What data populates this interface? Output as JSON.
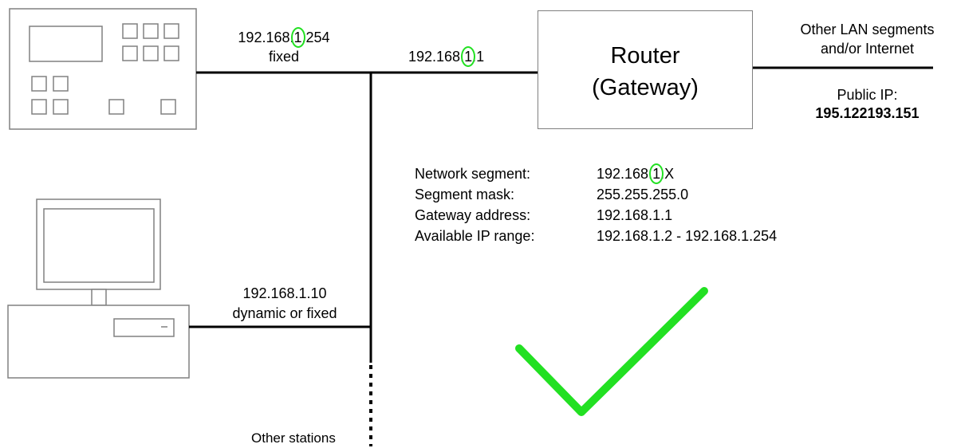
{
  "device_labels": {
    "panel_ip_prefix": "192.168.",
    "panel_ip_octet": "1",
    "panel_ip_suffix": ".254",
    "panel_mode": "fixed",
    "gateway_ip_prefix": "192.168.",
    "gateway_ip_octet": "1",
    "gateway_ip_suffix": ".1",
    "pc_ip": "192.168.1.10",
    "pc_mode": "dynamic or fixed",
    "other_stations": "Other stations"
  },
  "router": {
    "line1": "Router",
    "line2": "(Gateway)"
  },
  "wan": {
    "line1": "Other LAN segments",
    "line2": "and/or Internet",
    "public_ip_label": "Public IP:",
    "public_ip_value": "195.122193.151"
  },
  "segment_info": {
    "network_segment_label": "Network segment:",
    "network_segment_prefix": "192.168.",
    "network_segment_octet": "1",
    "network_segment_suffix": ".X",
    "segment_mask_label": "Segment mask:",
    "segment_mask_value": "255.255.255.0",
    "gateway_address_label": "Gateway address:",
    "gateway_address_value": "192.168.1.1",
    "ip_range_label": "Available IP range:",
    "ip_range_value": "192.168.1.2  - 192.168.1.254"
  },
  "colors": {
    "highlight": "#22e022",
    "line": "#000000",
    "box_border": "#808080"
  }
}
